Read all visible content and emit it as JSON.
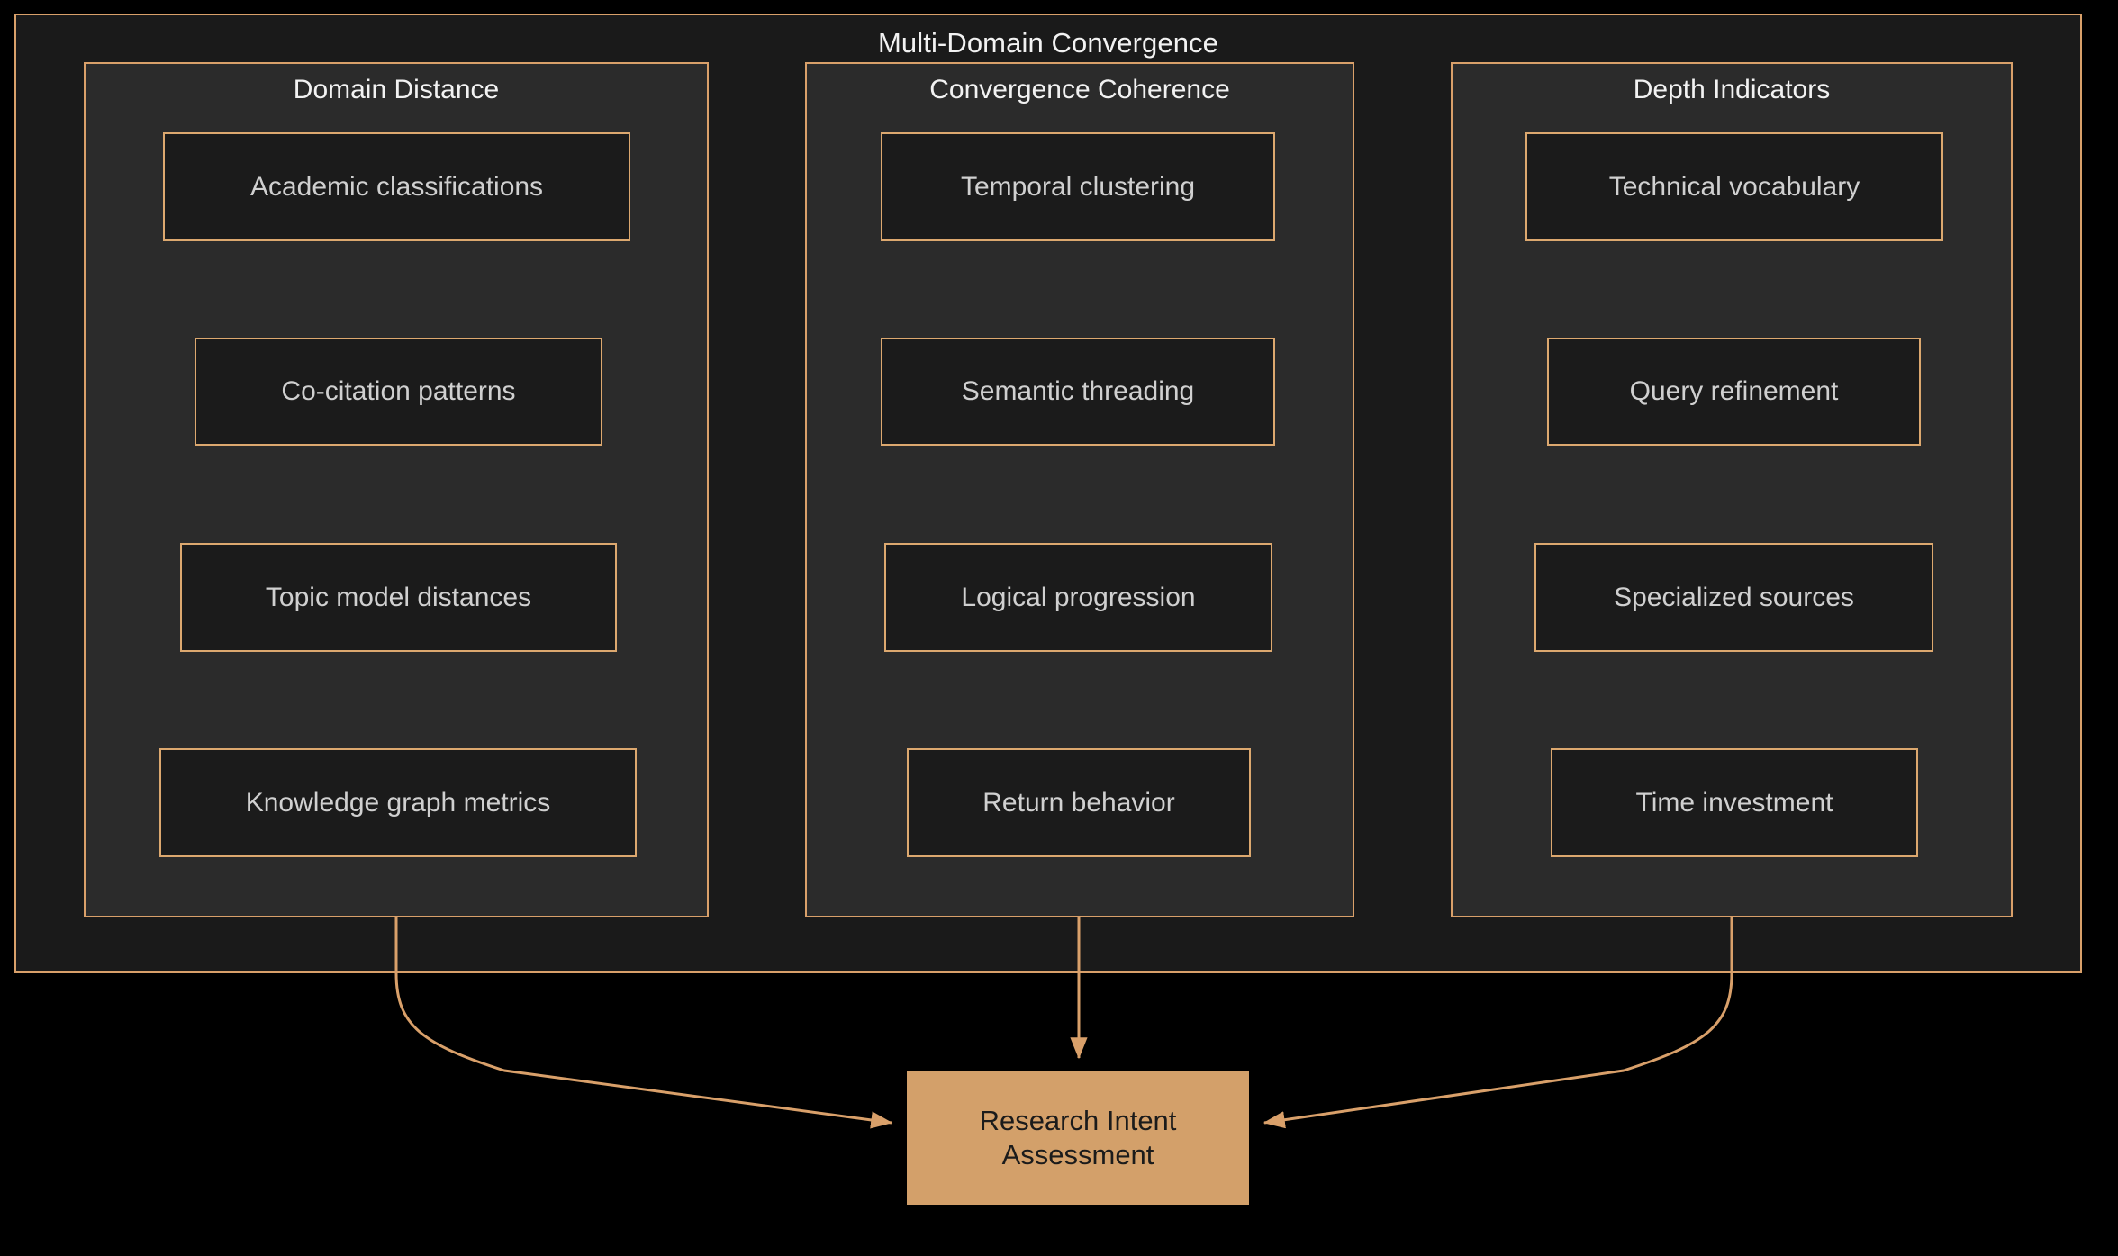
{
  "diagram": {
    "title": "Multi-Domain Convergence",
    "columns": [
      {
        "title": "Domain Distance",
        "nodes": [
          "Academic classifications",
          "Co-citation patterns",
          "Topic model distances",
          "Knowledge graph metrics"
        ]
      },
      {
        "title": "Convergence Coherence",
        "nodes": [
          "Temporal clustering",
          "Semantic threading",
          "Logical progression",
          "Return behavior"
        ]
      },
      {
        "title": "Depth Indicators",
        "nodes": [
          "Technical vocabulary",
          "Query refinement",
          "Specialized sources",
          "Time investment"
        ]
      }
    ],
    "target": {
      "line1": "Research Intent",
      "line2": "Assessment"
    },
    "colors": {
      "canvas": "#000000",
      "outer_fill": "#1a1a1a",
      "cluster_fill": "#2b2b2b",
      "node_fill": "#1b1b1b",
      "accent_border": "#d9a06a",
      "node_text": "#d0d0d0",
      "title_text": "#f2f2f2",
      "target_fill": "#d3a06a",
      "target_text": "#1b1b1b",
      "edge_stroke": "#d9a06a"
    }
  }
}
